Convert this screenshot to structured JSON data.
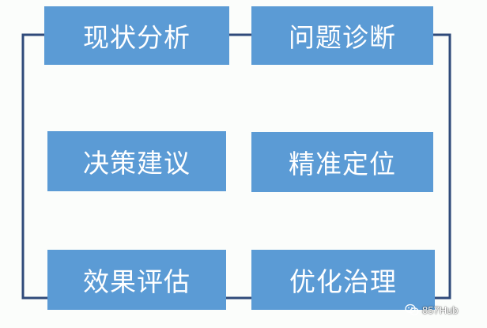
{
  "diagram": {
    "boxes": [
      {
        "label": "现状分析"
      },
      {
        "label": "问题诊断"
      },
      {
        "label": "决策建议"
      },
      {
        "label": "精准定位"
      },
      {
        "label": "效果评估"
      },
      {
        "label": "优化治理"
      }
    ],
    "colors": {
      "box_fill": "#5b9bd5",
      "box_text": "#ffffff",
      "connector": "#2f4a7a"
    }
  },
  "watermark": {
    "text": "857Hub",
    "icon": "wechat-icon"
  }
}
